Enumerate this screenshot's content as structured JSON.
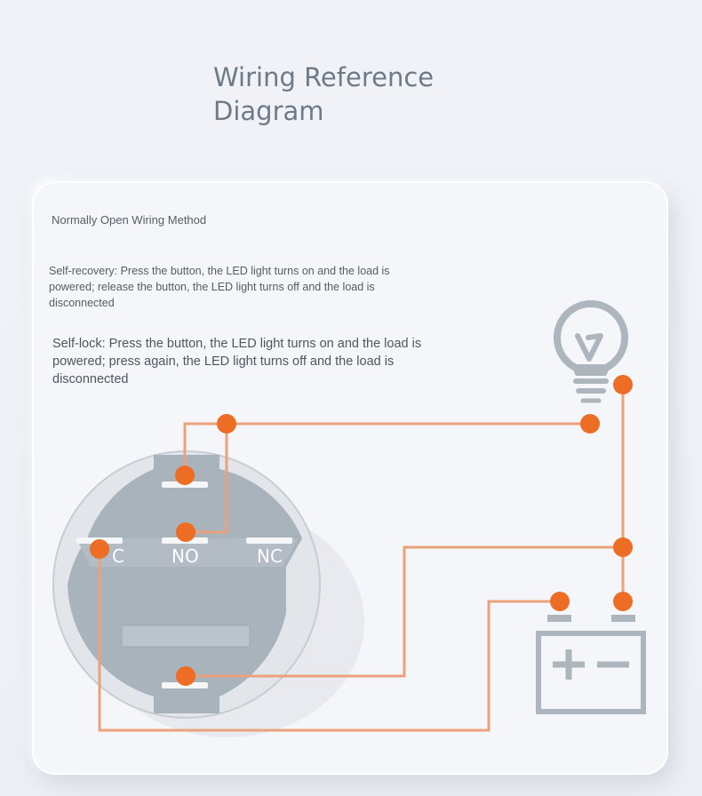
{
  "title_lines": [
    "Wiring Reference",
    "Diagram"
  ],
  "subtitle": "Normally Open Wiring Method",
  "paragraph1": "Self-recovery: Press the button, the LED light turns on and the load is powered; release the button, the LED light turns off and the load is disconnected",
  "paragraph2": "Self-lock: Press the button, the LED light turns on and the load is powered; press again, the LED light turns off and the load is disconnected",
  "terminals": {
    "c": "C",
    "no": "NO",
    "nc": "NC"
  },
  "colors": {
    "wire": "#eba27c",
    "node": "#ec6d23",
    "switch_body": "#a9b3bc",
    "switch_ring": "#c2c8cf",
    "icon_gray": "#adb5bd"
  },
  "icons": [
    "light-bulb-icon",
    "battery-icon",
    "plus-icon",
    "minus-icon"
  ]
}
